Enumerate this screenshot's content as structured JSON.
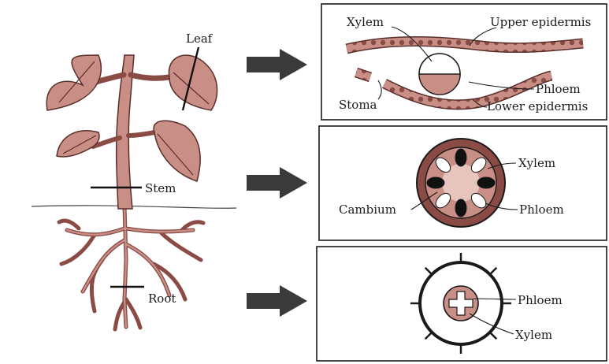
{
  "labels": {
    "leaf": "Leaf",
    "stem": "Stem",
    "root": "Root",
    "leaf_section": {
      "xylem": "Xylem",
      "upper_epidermis": "Upper epidermis",
      "phloem": "Phloem",
      "stoma": "Stoma",
      "lower_epidermis": "Lower epidermis"
    },
    "stem_section": {
      "xylem": "Xylem",
      "cambium": "Cambium",
      "phloem": "Phloem"
    },
    "root_section": {
      "phloem": "Phloem",
      "xylem": "Xylem"
    }
  },
  "colors": {
    "tissue_fill": "#c98e86",
    "tissue_dark": "#8a4b45",
    "outline": "#1a1a1a",
    "arrow": "#3a3a3a"
  },
  "icons": [
    "right-arrow-icon",
    "right-arrow-icon",
    "right-arrow-icon"
  ]
}
